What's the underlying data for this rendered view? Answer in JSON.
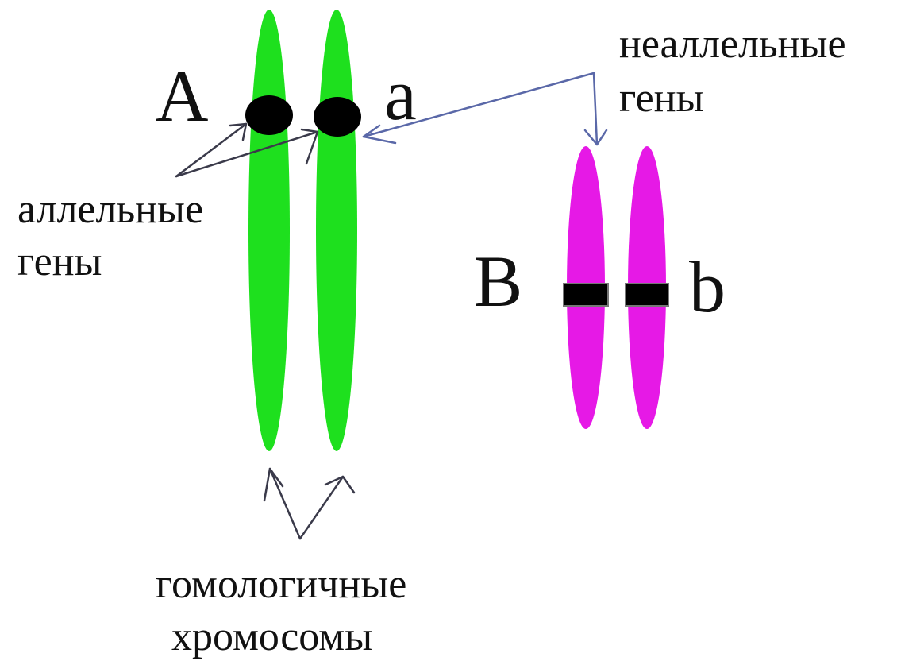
{
  "labels": {
    "gene_A": "A",
    "gene_a": "a",
    "gene_B": "B",
    "gene_b": "b",
    "allelic_line1": "аллельные",
    "allelic_line2": "гены",
    "nonallelic_line1": "неаллельные",
    "nonallelic_line2": "гены",
    "homologous_line1": "гомологичные",
    "homologous_line2": "хромосомы"
  },
  "colors": {
    "chromosome_pair_1": "#1ee01e",
    "chromosome_pair_2": "#e619e6",
    "gene_locus": "#000000",
    "pointer_arrows": "#3a3a4a",
    "nonallelic_arrows": "#5a68a8"
  }
}
